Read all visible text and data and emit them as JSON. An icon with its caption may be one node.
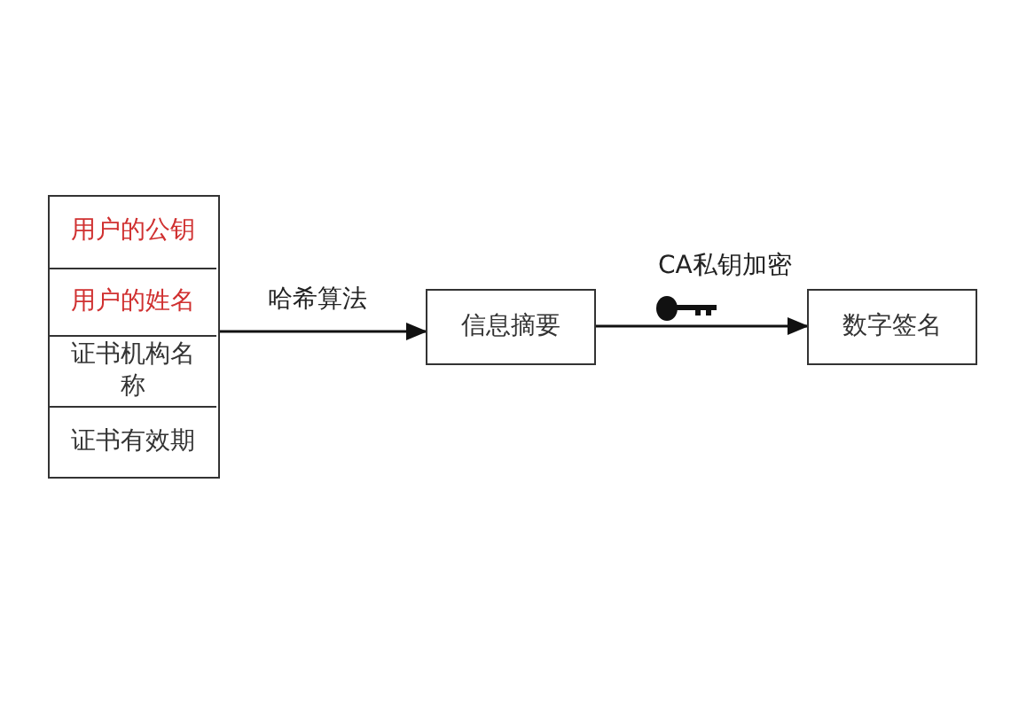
{
  "diagram": {
    "nodes": [
      {
        "text": [],
        "shape": "box"
      },
      {
        "text": [
          "用户的公钥"
        ],
        "in": 0
      },
      {
        "text": [
          "用户的姓名"
        ],
        "in": 0
      },
      {
        "text": [
          "证书机构名称"
        ],
        "in": 0
      },
      {
        "text": [
          "证书有效期"
        ],
        "in": 0
      },
      {
        "text": [
          "信息摘要"
        ]
      },
      {
        "text": [
          "数字签名"
        ]
      }
    ],
    "edges": [
      {
        "from": 0,
        "to": 5,
        "arrow": "to",
        "label": "哈希算法"
      },
      {
        "from": 5,
        "to": 6,
        "arrow": "to",
        "label": "CA私钥加密"
      }
    ]
  }
}
